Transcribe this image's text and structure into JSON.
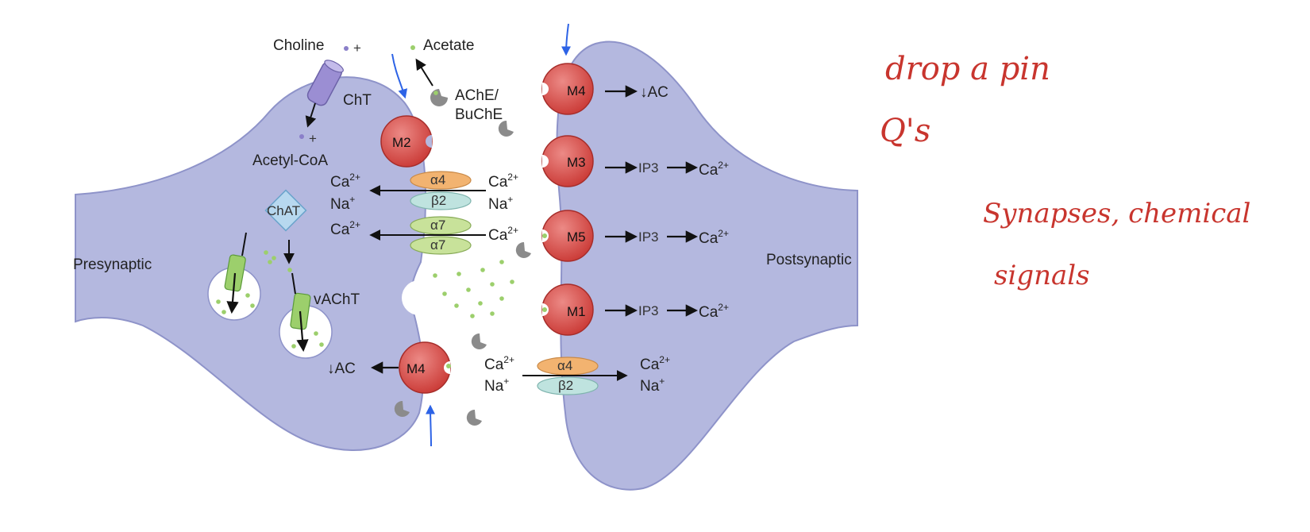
{
  "diagram": {
    "labels": {
      "presynaptic": "Presynaptic",
      "postsynaptic": "Postsynaptic",
      "choline": "Choline",
      "acetate": "Acetate",
      "cht": "ChT",
      "acetyl_coa": "Acetyl-CoA",
      "chat": "ChAT",
      "vacht": "vAChT",
      "ache": "AChE/",
      "buche": "BuChE",
      "dec_ac": "↓AC",
      "ip3": "IP3",
      "ca": "Ca",
      "na": "Na",
      "charge_2plus": "2+",
      "charge_plus": "+",
      "plus": "+"
    },
    "receptors": {
      "m1": "M1",
      "m2": "M2",
      "m3": "M3",
      "m4": "M4",
      "m5": "M5",
      "alpha4": "α4",
      "alpha7": "α7",
      "beta2": "β2"
    },
    "colors": {
      "membrane": "#b4b8df",
      "membrane_stroke": "#8e93c9",
      "receptor": "#d9534f",
      "alpha4": "#f2b370",
      "beta2": "#bfe3df",
      "alpha7": "#c8e29a",
      "vesicle_transporter": "#9ccf6c",
      "cht": "#9b8ed3",
      "chat": "#b7d8ef",
      "arrow_blue": "#2d63e6",
      "handwriting": "#c8352e"
    }
  },
  "annotations": {
    "line1": "drop a pin",
    "line2": "Q's",
    "line3": "Synapses, chemical",
    "line4": "signals"
  }
}
